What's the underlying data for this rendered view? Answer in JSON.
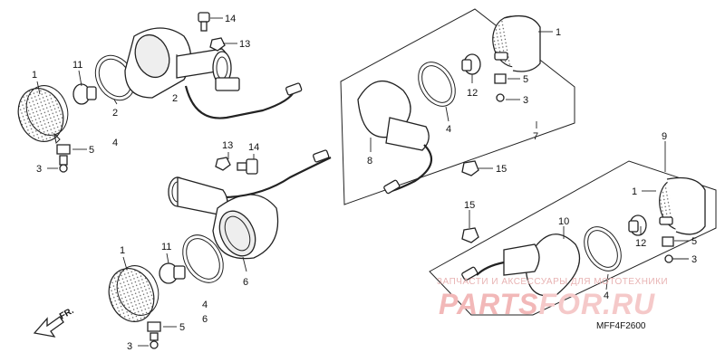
{
  "callouts": {
    "c1_top_left": "1",
    "c11_top_left": "11",
    "c2_a": "2",
    "c4_a": "4",
    "c2_b": "2",
    "c5_top_left": "5",
    "c3_top_left": "3",
    "c14_top": "14",
    "c13_top": "13",
    "c13_mid": "13",
    "c14_mid": "14",
    "c11_bottom_left": "11",
    "c1_bottom_left": "1",
    "c6_a": "6",
    "c4_b": "4",
    "c6_b": "6",
    "c5_bottom_left": "5",
    "c3_bottom_left": "3",
    "c1_top_right": "1",
    "c12_top_right": "12",
    "c5_top_right": "5",
    "c3_top_right": "3",
    "c4_top_right": "4",
    "c7": "7",
    "c8": "8",
    "c15_a": "15",
    "c9": "9",
    "c1_bottom_right": "1",
    "c12_bottom_right": "12",
    "c5_bottom_right": "5",
    "c3_bottom_right": "3",
    "c10": "10",
    "c15_b": "15",
    "c4_bottom_right": "4"
  },
  "front_arrow_label": "FR.",
  "diagram_code": "MFF4F2600",
  "watermark": {
    "line1": "ЗАПЧАСТИ И АКСЕССУАРЫ ДЛЯ МОТОТЕХНИКИ",
    "logo": "PARTS",
    "logo_tail": "FOR.RU"
  }
}
